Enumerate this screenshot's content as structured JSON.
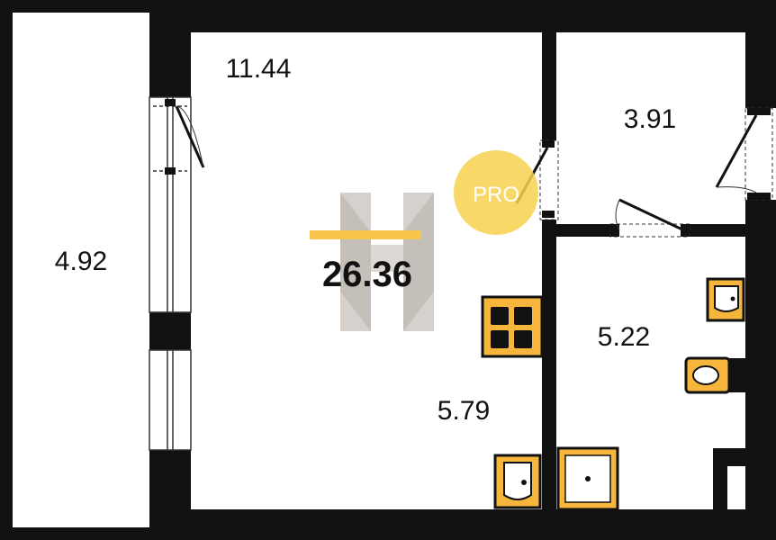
{
  "plan": {
    "total_area": "26.36",
    "rooms": [
      {
        "id": "balcony",
        "area": "4.92"
      },
      {
        "id": "main-room",
        "area": "11.44"
      },
      {
        "id": "kitchen-zone",
        "area": "5.79"
      },
      {
        "id": "hallway",
        "area": "3.91"
      },
      {
        "id": "bathroom",
        "area": "5.22"
      }
    ]
  },
  "watermark": {
    "text": "PRO"
  },
  "colors": {
    "wall": "#111111",
    "fixture_fill": "#f5b63b",
    "accent_bar": "#f7c44c",
    "pro_circle": "#f7d14e",
    "watermark_grey": "#cfc9c4"
  },
  "icons": {
    "stove": "stove-icon",
    "kitchen_sink": "kitchen-sink-icon",
    "shower": "shower-tray-icon",
    "wash_basin": "wash-basin-icon",
    "toilet": "toilet-icon",
    "logo": "watermark-logo-icon"
  }
}
